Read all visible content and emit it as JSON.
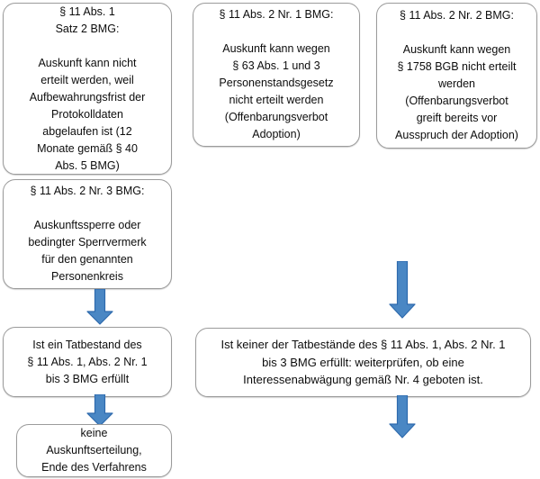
{
  "diagram": {
    "title": "Pruefschema BMG Auskunftssperre",
    "accent_color": "#4a87c4",
    "accent_border_color": "#2e6aad",
    "node_border_color": "#9b9b9b",
    "background_color": "#ffffff",
    "text_color": "#0d0d0d"
  },
  "nodes": [
    {
      "id": "node-bmg-11-1-2",
      "name": "box-par11-abs1-satz2",
      "text": "§ 11 Abs. 1\nSatz 2 BMG:\n\nAuskunft kann nicht\nerteilt werden, weil\nAufbewahrungsfrist der\nProtokolldaten\nabgelaufen ist (12\nMonate gemäß § 40\nAbs. 5 BMG)"
    },
    {
      "id": "node-bmg-11-2-1",
      "name": "box-par11-abs2-nr1",
      "text": "§ 11 Abs. 2 Nr. 1 BMG:\n\nAuskunft kann wegen\n§ 63 Abs. 1 und 3\nPersonenstandsgesetz\nnicht erteilt werden\n(Offenbarungsverbot\nAdoption)"
    },
    {
      "id": "node-bmg-11-2-2",
      "name": "box-par11-abs2-nr2",
      "text": "§ 11 Abs. 2 Nr. 2 BMG:\n\nAuskunft kann wegen\n§ 1758 BGB nicht erteilt\nwerden\n(Offenbarungsverbot\ngreift bereits vor\nAusspruch der Adoption)"
    },
    {
      "id": "node-bmg-11-2-3",
      "name": "box-par11-abs2-nr3",
      "text": "§ 11 Abs. 2 Nr. 3 BMG:\n\nAuskunftssperre oder\nbedingter Sperrvermerk\nfür den genannten\nPersonenkreis"
    },
    {
      "id": "node-tatbestand-erfuellt",
      "name": "box-tatbestand-erfuellt",
      "text": "Ist ein Tatbestand des\n§ 11 Abs. 1, Abs. 2 Nr. 1\nbis 3 BMG erfüllt"
    },
    {
      "id": "node-keine-auskunft",
      "name": "box-keine-auskunftserteilung",
      "text": "keine\nAuskunftserteilung,\nEnde des Verfahrens"
    },
    {
      "id": "node-kein-tatbestand",
      "name": "box-kein-tatbestand-interessenabwaegung",
      "text": "Ist keiner der Tatbestände des § 11 Abs. 1, Abs. 2 Nr. 1\nbis 3 BMG erfüllt: weiterprüfen, ob eine\nInteressenabwägung gemäß Nr. 4 geboten ist."
    }
  ],
  "arrows": [
    {
      "id": "arrow-nr3-to-tatbestand",
      "name": "arrow-down-left-upper"
    },
    {
      "id": "arrow-nr2-to-kein-tatbestand",
      "name": "arrow-down-right-upper"
    },
    {
      "id": "arrow-tatbestand-to-keine-auskunft",
      "name": "arrow-down-left-lower"
    },
    {
      "id": "arrow-kein-tatbestand-down",
      "name": "arrow-down-right-lower"
    }
  ]
}
